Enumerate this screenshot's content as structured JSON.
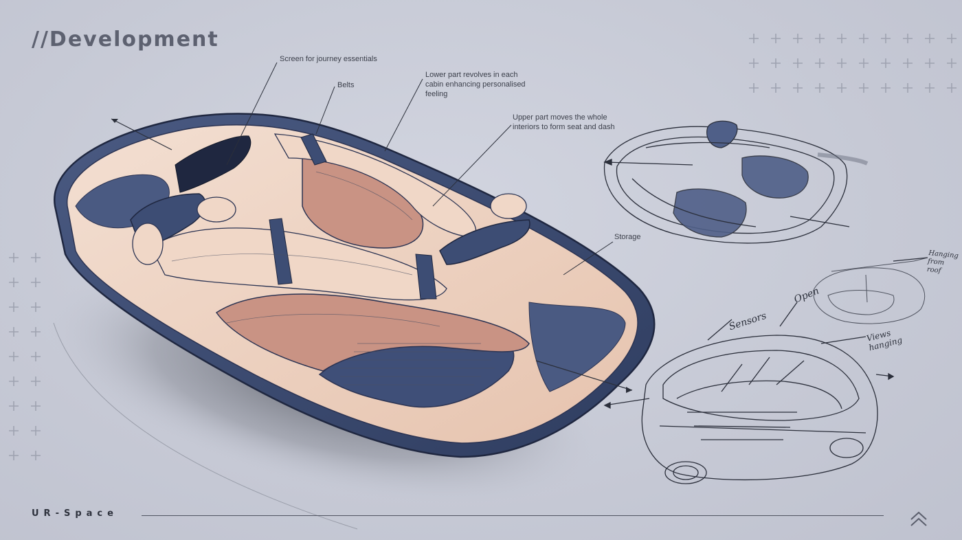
{
  "slide": {
    "title": "//Development",
    "brand": "UR-Space"
  },
  "callouts": {
    "screen": "Screen for journey essentials",
    "belts": "Belts",
    "lower_part": "Lower part revolves in each cabin enhancing personalised feeling",
    "upper_part": "Upper part moves the whole interiors to form seat and dash",
    "storage": "Storage"
  },
  "handwritten_notes": {
    "sensors": "Sensors",
    "open": "Open",
    "hanging_from_roof": "Hanging from roof",
    "views_hanging": "Views hanging"
  },
  "icons": {
    "plus_grid_top_right": "plus-grid-icon",
    "plus_grid_left": "plus-grid-icon",
    "brand_mark": "double-chevron-up-icon"
  },
  "colors": {
    "background": "#c9ccd8",
    "navy": "#3d4d74",
    "peach": "#efd5c4",
    "rose": "#c99384",
    "text": "#3b3f4a"
  }
}
